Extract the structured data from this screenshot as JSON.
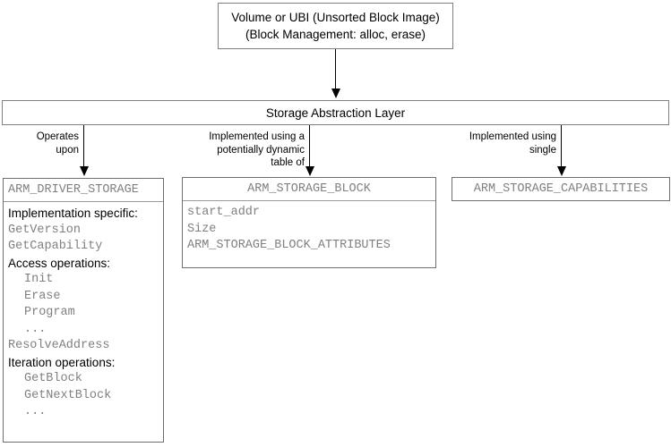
{
  "diagram": {
    "title": "ARM Storage Abstraction Layer block diagram",
    "colors": {
      "box_border": "#808080",
      "class_border": "#6f6f6f",
      "mono_text": "#808080",
      "sans_text": "#000000",
      "arrow": "#000000",
      "background": "#ffffff"
    },
    "volume_box": {
      "lines": [
        "Volume or UBI (Unsorted Block Image)",
        "(Block Management: alloc, erase)"
      ]
    },
    "abstraction_layer": {
      "label": "Storage Abstraction Layer"
    },
    "edge_labels": [
      {
        "id": "edge-operates-upon",
        "lines": [
          "Operates",
          "upon"
        ]
      },
      {
        "id": "edge-dynamic-table",
        "lines": [
          "Implemented using a",
          "potentially dynamic",
          "table of"
        ]
      },
      {
        "id": "edge-single",
        "lines": [
          "Implemented using",
          "single"
        ]
      }
    ],
    "driver_box": {
      "header": "ARM_DRIVER_STORAGE",
      "rows": [
        {
          "text": "Implementation specific:",
          "style": "sans",
          "indent": false
        },
        {
          "text": "GetVersion",
          "style": "mono",
          "indent": false
        },
        {
          "text": "GetCapability",
          "style": "mono",
          "indent": false
        },
        {
          "text": "Access operations:",
          "style": "sans",
          "indent": false
        },
        {
          "text": "Init",
          "style": "mono",
          "indent": true
        },
        {
          "text": "Erase",
          "style": "mono",
          "indent": true
        },
        {
          "text": "Program",
          "style": "mono",
          "indent": true
        },
        {
          "text": "...",
          "style": "mono",
          "indent": true
        },
        {
          "text": "ResolveAddress",
          "style": "mono",
          "indent": false
        },
        {
          "text": "Iteration operations:",
          "style": "sans",
          "indent": false
        },
        {
          "text": "GetBlock",
          "style": "mono",
          "indent": true
        },
        {
          "text": "GetNextBlock",
          "style": "mono",
          "indent": true
        },
        {
          "text": "...",
          "style": "mono",
          "indent": true
        }
      ]
    },
    "block_box": {
      "header": "ARM_STORAGE_BLOCK",
      "rows": [
        {
          "text": "start_addr",
          "style": "mono",
          "indent": false
        },
        {
          "text": "Size",
          "style": "mono",
          "indent": false
        },
        {
          "text": "ARM_STORAGE_BLOCK_ATTRIBUTES",
          "style": "mono",
          "indent": false
        }
      ]
    },
    "capabilities_box": {
      "header": "ARM_STORAGE_CAPABILITIES",
      "rows": []
    }
  }
}
